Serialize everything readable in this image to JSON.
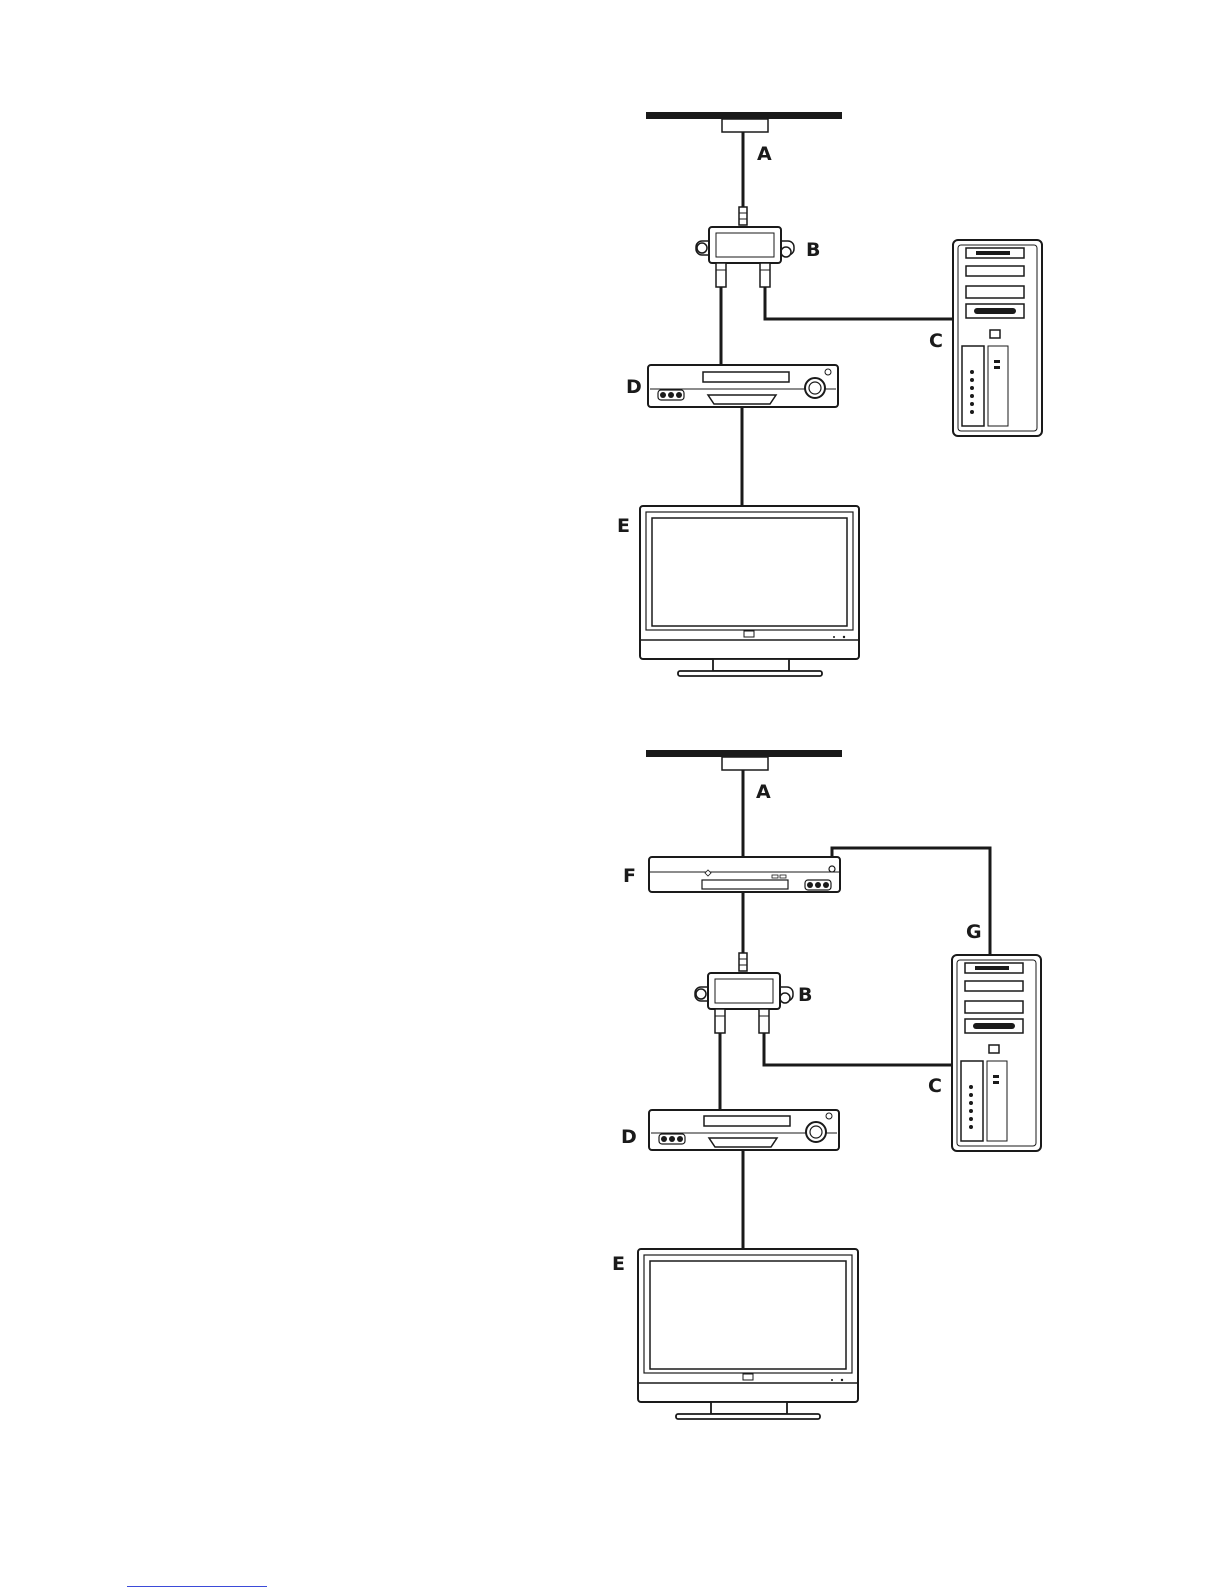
{
  "diagrams": [
    {
      "labels": {
        "a": "A",
        "b": "B",
        "c": "C",
        "d": "D",
        "e": "E"
      }
    },
    {
      "labels": {
        "a": "A",
        "f": "F",
        "g": "G",
        "b": "B",
        "c": "C",
        "d": "D",
        "e": "E"
      }
    }
  ],
  "colors": {
    "ink": "#1a1a1a",
    "footer_rule": "#3b4bd8"
  }
}
